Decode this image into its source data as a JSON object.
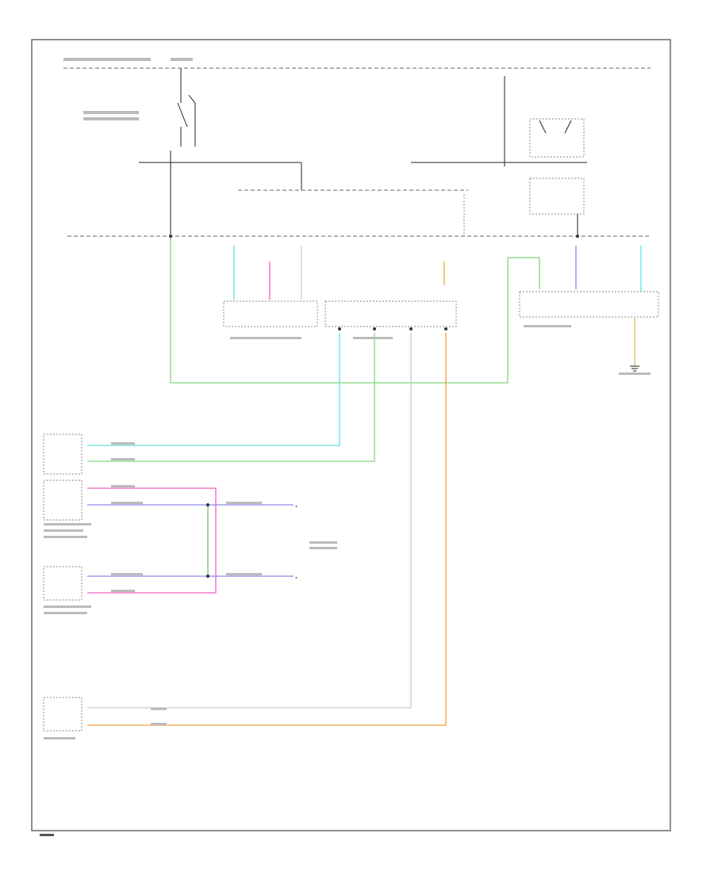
{
  "diagram": {
    "footer_label": ""
  },
  "colors": {
    "frame": "#444444",
    "wire_green": "#7fd87f",
    "wire_cyan": "#5fe0e0",
    "wire_orange": "#f0a040",
    "wire_pink": "#f060c0",
    "wire_blue": "#8a8ae8",
    "wire_gray": "#c8c8c8"
  },
  "components": [
    "power-bus-top",
    "brake-switch",
    "relay-block-top-right",
    "ac-pressure-transducer",
    "shift-pin-relay",
    "transmission-range-sensor",
    "powertrain-control-module",
    "engine-control-module",
    "ground-point",
    "cluster-connector"
  ],
  "icons": [
    "ground-symbol",
    "switch-contact",
    "splice-node",
    "connector-arrow"
  ]
}
